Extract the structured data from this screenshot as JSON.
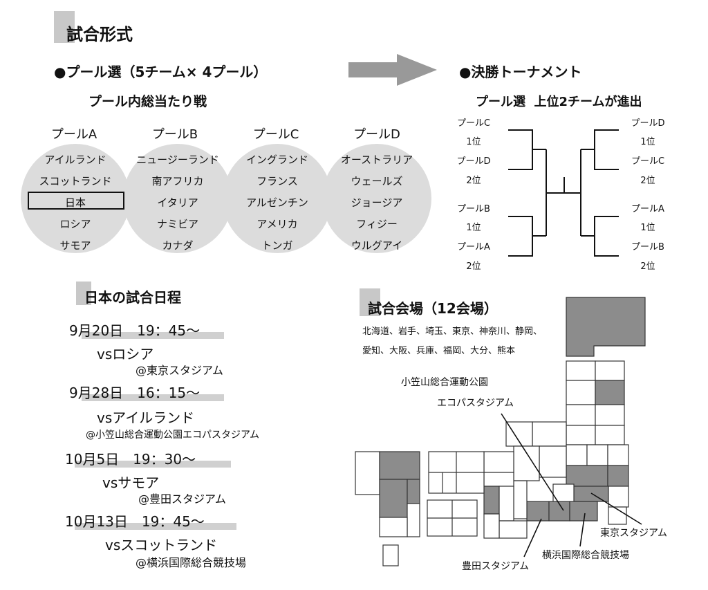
{
  "section_format": {
    "title": "試合形式"
  },
  "pool_stage": {
    "title": "●プール選（5チーム× 4プール）",
    "subtitle": "プール内総当たり戦",
    "pools": [
      {
        "name": "プールA",
        "teams": [
          "アイルランド",
          "スコットランド",
          "日本",
          "ロシア",
          "サモア"
        ]
      },
      {
        "name": "プールB",
        "teams": [
          "ニュージーランド",
          "南アフリカ",
          "イタリア",
          "ナミビア",
          "カナダ"
        ]
      },
      {
        "name": "プールC",
        "teams": [
          "イングランド",
          "フランス",
          "アルゼンチン",
          "アメリカ",
          "トンガ"
        ]
      },
      {
        "name": "プールD",
        "teams": [
          "オーストラリア",
          "ウェールズ",
          "ジョージア",
          "フィジー",
          "ウルグアイ"
        ]
      }
    ]
  },
  "tournament": {
    "title": "●決勝トーナメント",
    "subtitle": "プール選  上位2チームが進出",
    "left": [
      {
        "pool": "プールC",
        "rank": "1位"
      },
      {
        "pool": "プールD",
        "rank": "2位"
      },
      {
        "pool": "プールB",
        "rank": "1位"
      },
      {
        "pool": "プールA",
        "rank": "2位"
      }
    ],
    "right": [
      {
        "pool": "プールD",
        "rank": "1位"
      },
      {
        "pool": "プールC",
        "rank": "2位"
      },
      {
        "pool": "プールA",
        "rank": "1位"
      },
      {
        "pool": "プールB",
        "rank": "2位"
      }
    ]
  },
  "schedule": {
    "title": "日本の試合日程",
    "matches": [
      {
        "date": "9月20日　19：45～",
        "opponent": "vsロシア",
        "venue": "@東京スタジアム"
      },
      {
        "date": "9月28日　16：15～",
        "opponent": "vsアイルランド",
        "venue": "@小笠山総合運動公園エコパスタジアム"
      },
      {
        "date": "10月5日　19：30～",
        "opponent": "vsサモア",
        "venue": "@豊田スタジアム"
      },
      {
        "date": "10月13日　19：45～",
        "opponent": "vsスコットランド",
        "venue": "@横浜国際総合競技場"
      }
    ]
  },
  "venues": {
    "title": "試合会場（12会場）",
    "list_line1": "北海道、岩手、埼玉、東京、神奈川、静岡、",
    "list_line2": "愛知、大阪、兵庫、福岡、大分、熊本",
    "callouts": {
      "ecopa_line1": "小笠山総合運動公園",
      "ecopa_line2": "エコパスタジアム",
      "tokyo": "東京スタジアム",
      "yokohama": "横浜国際総合競技場",
      "toyota": "豊田スタジアム"
    }
  },
  "colors": {
    "header_bar": "#c8c8c8",
    "pool_circle": "#dcdcdc",
    "map_highlight": "#8c8c8c",
    "arrow": "#999999"
  }
}
